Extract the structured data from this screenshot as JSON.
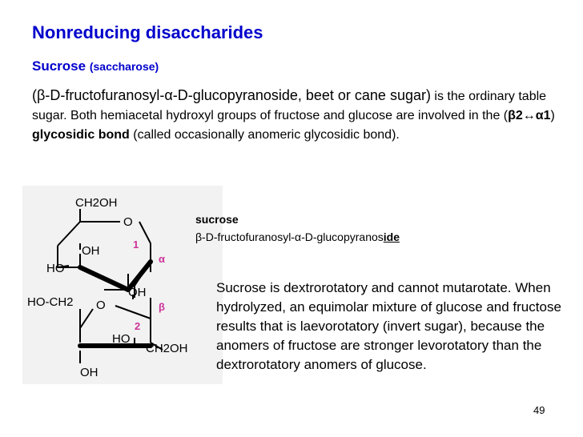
{
  "slide": {
    "title": "Nonreducing disaccharides",
    "subtitle_main": "Sucrose",
    "subtitle_alt": "(saccharose)",
    "intro_name": "(β-D-fructofuranosyl-α-D-glucopyranoside, beet or cane sugar)",
    "intro_text_1": " is the ordinary table sugar. Both hemiacetal hydroxyl groups of fructose and glucose are involved in the (",
    "intro_bond_code": "β2↔α1",
    "intro_text_2": ") ",
    "intro_bond_term": "glycosidic bond",
    "intro_text_3": " (called occasionally anomeric glycosidic bond).",
    "structure_label_name": "sucrose",
    "structure_label_iupac_prefix": "β-D-fructofuranosyl-α-D-glucopyranos",
    "structure_label_iupac_suffix": "ide",
    "note": "Sucrose is dextrorotatory and cannot mutarotate. When hydrolyzed, an equimolar mixture of glucose and fructose results that is laevorotatory (invert sugar), because the anomers of fructose are stronger levorotatory than the dextrorotatory anomers of glucose.",
    "page_number": "49"
  },
  "structure": {
    "glucose_ch2oh": "CH2OH",
    "glucose_o": "O",
    "glucose_oh3": "OH",
    "glucose_ho4": "HO",
    "glucose_oh2": "OH",
    "bridge_o": "O",
    "fructose_ho_ch2": "HO-CH2",
    "fructose_o": "O",
    "fructose_ho": "HO",
    "fructose_ch2oh": "CH2OH",
    "fructose_oh": "OH",
    "label_1": "1",
    "label_alpha": "α",
    "label_beta": "β",
    "label_2": "2"
  },
  "colors": {
    "title": "#0000cc",
    "anomer_label": "#cc3399",
    "structure_bg": "#f2f2f2"
  }
}
